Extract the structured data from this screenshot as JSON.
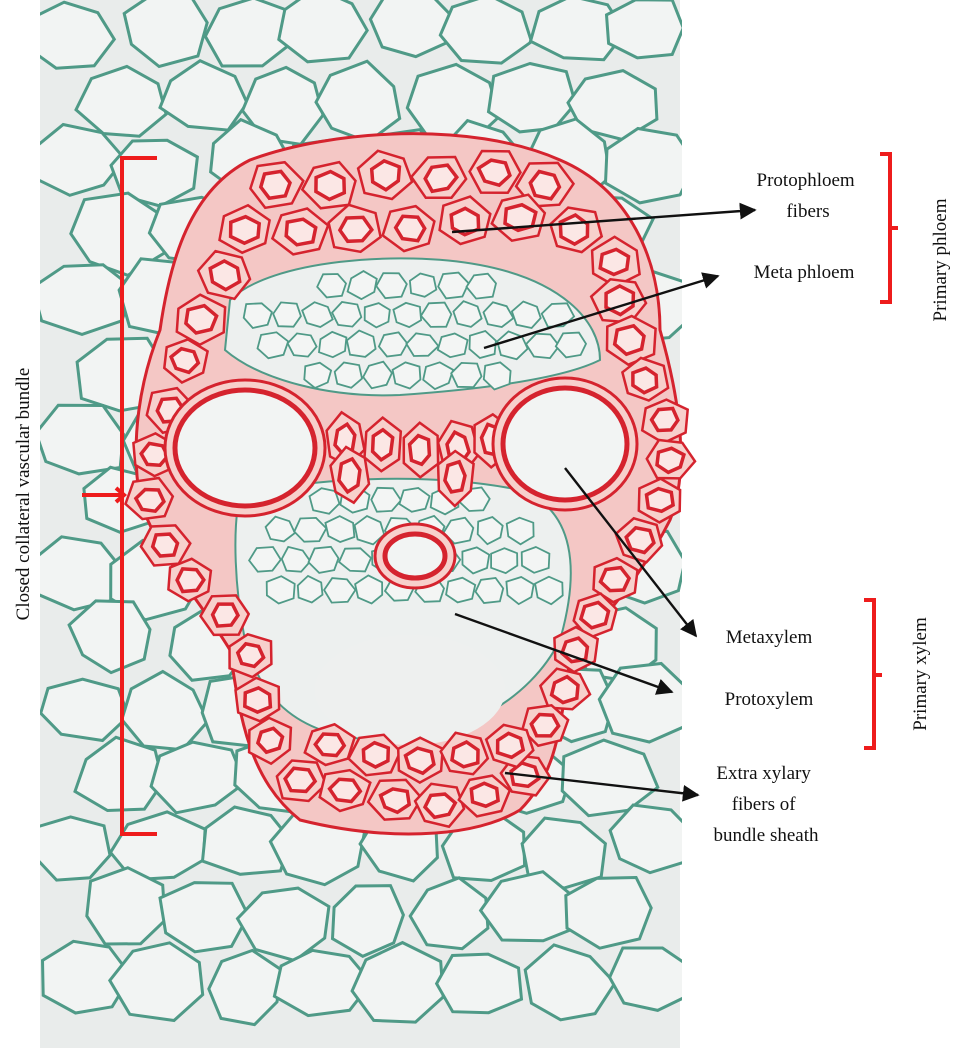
{
  "labels": {
    "protophloem": [
      "Protophloem",
      "fibers"
    ],
    "meta_phloem": "Meta phloem",
    "primary_phloem": "Primary phloem",
    "metaxylem": "Metaxylem",
    "protoxylem": "Protoxylem",
    "primary_xylem": "Primary xylem",
    "extra_xylary": [
      "Extra xylary",
      "fibers of",
      "bundle sheath"
    ],
    "closed_bundle": "Closed collateral vascular bundle"
  },
  "colors": {
    "background": "#ffffff",
    "tissue_fill": "#e9eceb",
    "cell_wall": "#4f9a87",
    "sheath_base": "#f4c7c5",
    "sclerenchyma_wall": "#d5232e",
    "sclerenchyma_halo": "#f7d0cc",
    "bracket": "#ee1c1c",
    "text": "#111111"
  },
  "icons": {
    "pointer": "arrow-head",
    "group_marker": "red-curly-bracket"
  }
}
